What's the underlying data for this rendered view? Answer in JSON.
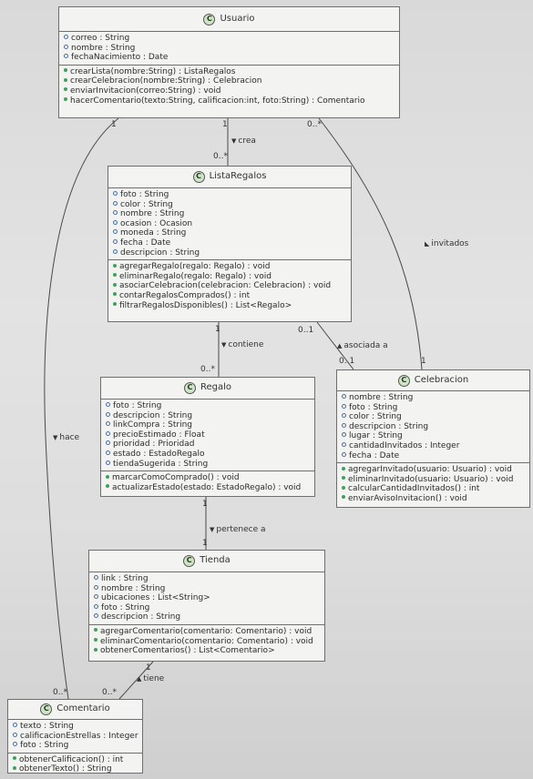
{
  "classes": {
    "usuario": {
      "badge": "C",
      "name": "Usuario",
      "attributes": [
        "correo : String",
        "nombre : String",
        "fechaNacimiento : Date"
      ],
      "operations": [
        "crearLista(nombre:String) : ListaRegalos",
        "crearCelebracion(nombre:String) : Celebracion",
        "enviarInvitacion(correo:String) : void",
        "hacerComentario(texto:String, calificacion:int, foto:String) : Comentario"
      ]
    },
    "listaRegalos": {
      "badge": "C",
      "name": "ListaRegalos",
      "attributes": [
        "foto : String",
        "color : String",
        "nombre : String",
        "ocasion : Ocasion",
        "moneda : String",
        "fecha : Date",
        "descripcion : String"
      ],
      "operations": [
        "agregarRegalo(regalo: Regalo) : void",
        "eliminarRegalo(regalo: Regalo) : void",
        "asociarCelebracion(celebracion: Celebracion) : void",
        "contarRegalosComprados() : int",
        "filtrarRegalosDisponibles() : List<Regalo>"
      ]
    },
    "regalo": {
      "badge": "C",
      "name": "Regalo",
      "attributes": [
        "foto : String",
        "descripcion : String",
        "linkCompra : String",
        "precioEstimado : Float",
        "prioridad : Prioridad",
        "estado : EstadoRegalo",
        "tiendaSugerida : String"
      ],
      "operations": [
        "marcarComoComprado() : void",
        "actualizarEstado(estado: EstadoRegalo) : void"
      ]
    },
    "celebracion": {
      "badge": "C",
      "name": "Celebracion",
      "attributes": [
        "nombre : String",
        "foto : String",
        "color : String",
        "descripcion : String",
        "lugar : String",
        "cantidadInvitados : Integer",
        "fecha : Date"
      ],
      "operations": [
        "agregarInvitado(usuario: Usuario) : void",
        "eliminarInvitado(usuario: Usuario) : void",
        "calcularCantidadInvitados() : int",
        "enviarAvisoInvitacion() : void"
      ]
    },
    "tienda": {
      "badge": "C",
      "name": "Tienda",
      "attributes": [
        "link : String",
        "nombre : String",
        "ubicaciones : List<String>",
        "foto : String",
        "descripcion : String"
      ],
      "operations": [
        "agregarComentario(comentario: Comentario) : void",
        "eliminarComentario(comentario: Comentario) : void",
        "obtenerComentarios() : List<Comentario>"
      ]
    },
    "comentario": {
      "badge": "C",
      "name": "Comentario",
      "attributes": [
        "texto : String",
        "calificacionEstrellas : Integer",
        "foto : String"
      ],
      "operations": [
        "obtenerCalificacion() : int",
        "obtenerTexto() : String"
      ]
    }
  },
  "associations": {
    "crea": {
      "name": "crea",
      "arrow": "▼",
      "source_mult": "1",
      "target_mult": "0..*"
    },
    "contiene": {
      "name": "contiene",
      "arrow": "▼",
      "source_mult": "1",
      "target_mult": "0..*"
    },
    "pertenece": {
      "name": "pertenece a",
      "arrow": "▼",
      "source_mult": "1",
      "target_mult": "1"
    },
    "tiene": {
      "name": "tiene",
      "arrow": "▲",
      "source_mult": "1",
      "target_mult": "0..*"
    },
    "hace": {
      "name": "hace",
      "arrow": "▼",
      "source_mult": "1",
      "target_mult": "0..*"
    },
    "invitados": {
      "name": "invitados",
      "arrow": "◣",
      "source_mult": "0..*",
      "target_mult": "1"
    },
    "asociada": {
      "name": "asociada a",
      "arrow": "▲",
      "source_mult": "0..1",
      "target_mult": "0..1"
    }
  }
}
